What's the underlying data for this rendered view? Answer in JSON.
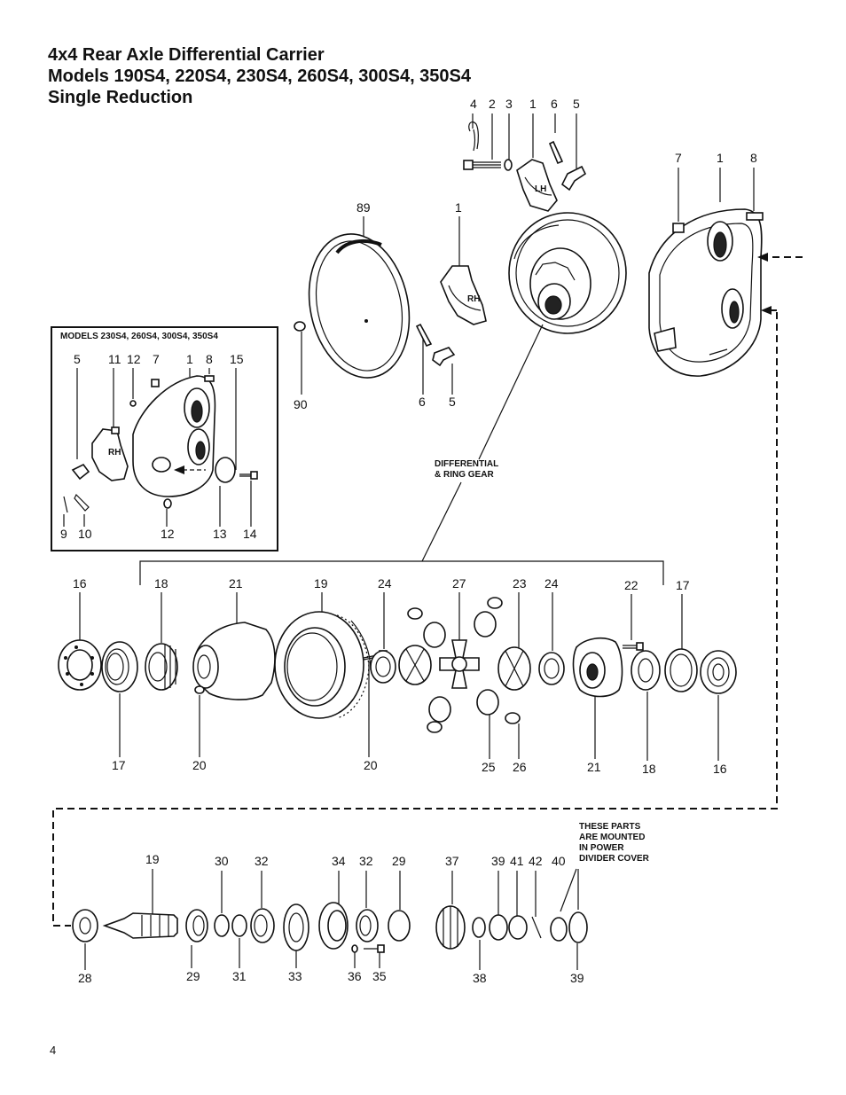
{
  "header": {
    "title_line1": "4x4 Rear Axle Differential Carrier",
    "title_line2": "Models 190S4, 220S4, 230S4, 260S4, 300S4, 350S4",
    "title_line3": "Single  Reduction"
  },
  "page_number": "4",
  "captions": {
    "differential_line1": "DIFFERENTIAL",
    "differential_line2": "& RING GEAR",
    "power_divider_line1": "THESE PARTS",
    "power_divider_line2": "ARE MOUNTED",
    "power_divider_line3": "IN POWER",
    "power_divider_line4": "DIVIDER COVER"
  },
  "inset": {
    "title": "MODELS 230S4, 260S4, 300S4, 350S4",
    "labels": [
      "5",
      "11",
      "12",
      "7",
      "1",
      "8",
      "15",
      "9",
      "10",
      "12",
      "13",
      "14"
    ]
  },
  "upper_labels": [
    "4",
    "2",
    "3",
    "1",
    "6",
    "5",
    "7",
    "1",
    "8",
    "89",
    "1",
    "90",
    "6",
    "5"
  ],
  "middle_labels_top": [
    "16",
    "18",
    "21",
    "19",
    "24",
    "27",
    "23",
    "24",
    "22",
    "17"
  ],
  "middle_labels_bottom": [
    "17",
    "20",
    "20",
    "25",
    "26",
    "21",
    "18",
    "16"
  ],
  "lower_labels_top": [
    "19",
    "30",
    "32",
    "34",
    "32",
    "29",
    "37",
    "39",
    "41",
    "42",
    "40"
  ],
  "lower_labels_bottom": [
    "28",
    "29",
    "31",
    "33",
    "36",
    "35",
    "38",
    "39"
  ],
  "part_tags": {
    "lh": "LH",
    "rh": "RH",
    "rh_inset": "RH"
  }
}
